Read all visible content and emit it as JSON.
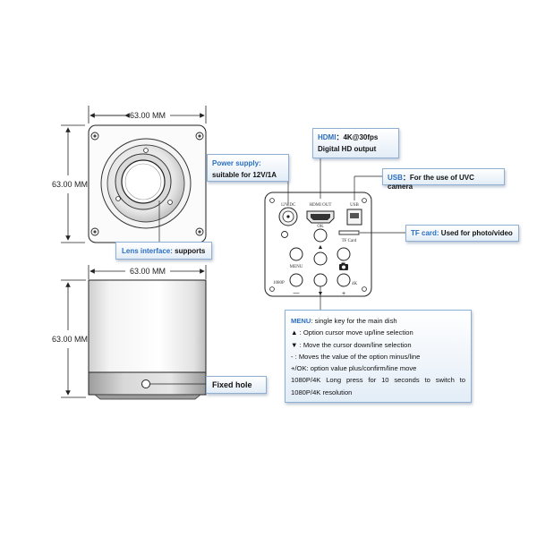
{
  "dimensions": {
    "front_width": "63.00 MM",
    "front_height": "63.00 MM",
    "side_width": "63.00 MM",
    "side_height": "63.00 MM"
  },
  "back_panel_labels": {
    "power_port": "12V DC",
    "hdmi_port": "HDMI OUT",
    "usb_port": "USB",
    "ok_button": "OK",
    "tf_slot": "TF Card",
    "menu_button": "MENU",
    "resolution_button": "1080P",
    "fourk_button": "4K"
  },
  "callouts": {
    "hdmi": {
      "title": "HDMI",
      "separator": "：",
      "value": "4K@30fps",
      "line2": "Digital HD output"
    },
    "power": {
      "title": "Power supply:",
      "value": "suitable for 12V/1A"
    },
    "usb": {
      "title": "USB",
      "separator": "：",
      "value": "For the use of UVC camera"
    },
    "tf": {
      "title": "TF card:",
      "value": "Used for photo/video"
    },
    "lens": {
      "title": "Lens interface:",
      "value": "supports"
    },
    "fixed_hole": {
      "label": "Fixed hole"
    }
  },
  "menu_help": {
    "title": "MENU",
    "title_rest": ": single key for the main dish",
    "lines": [
      "▲ : Option cursor move up/line selection",
      "▼ : Move the cursor down/line selection",
      "- : Moves the value of the option minus/line",
      "+/OK: option value plus/confirm/line move"
    ],
    "para_line1": "1080P/4K Long press for 10 seconds to switch to",
    "para_line2": "1080P/4K resolution"
  },
  "colors": {
    "accent_blue": "#2a6fc0",
    "callout_border": "#8fb0d3",
    "drawing_line": "#222222"
  }
}
